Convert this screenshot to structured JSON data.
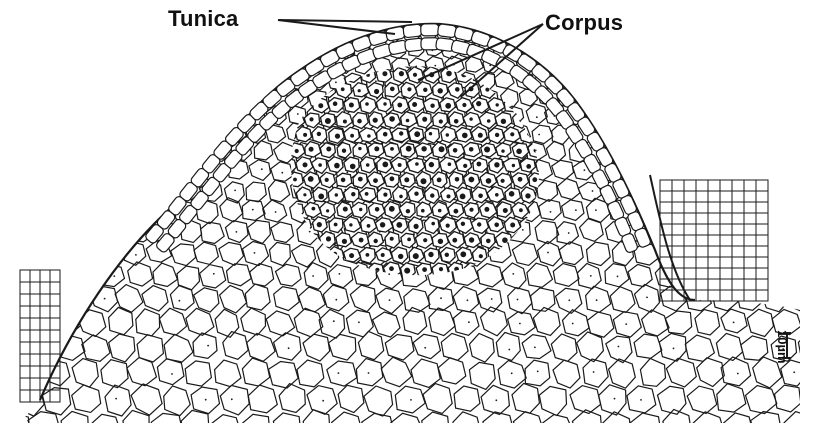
{
  "labels": {
    "tunica": "Tunica",
    "corpus": "Corpus"
  },
  "scale_bar": {
    "text": "10µm"
  },
  "colors": {
    "ink": "#1a1a1a",
    "background": "#ffffff"
  }
}
